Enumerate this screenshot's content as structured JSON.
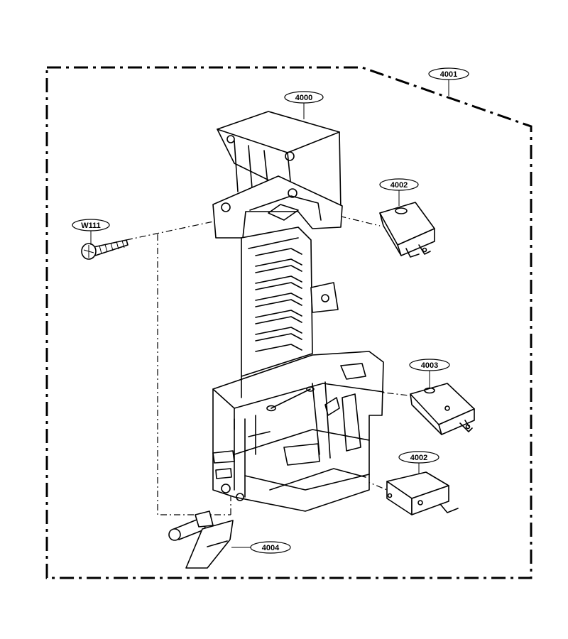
{
  "labels": {
    "assembly": "4001",
    "frame": "4000",
    "switch_top": "4002",
    "switch_middle": "4003",
    "switch_bottom": "4002",
    "screw": "W111",
    "lever": "4004"
  }
}
